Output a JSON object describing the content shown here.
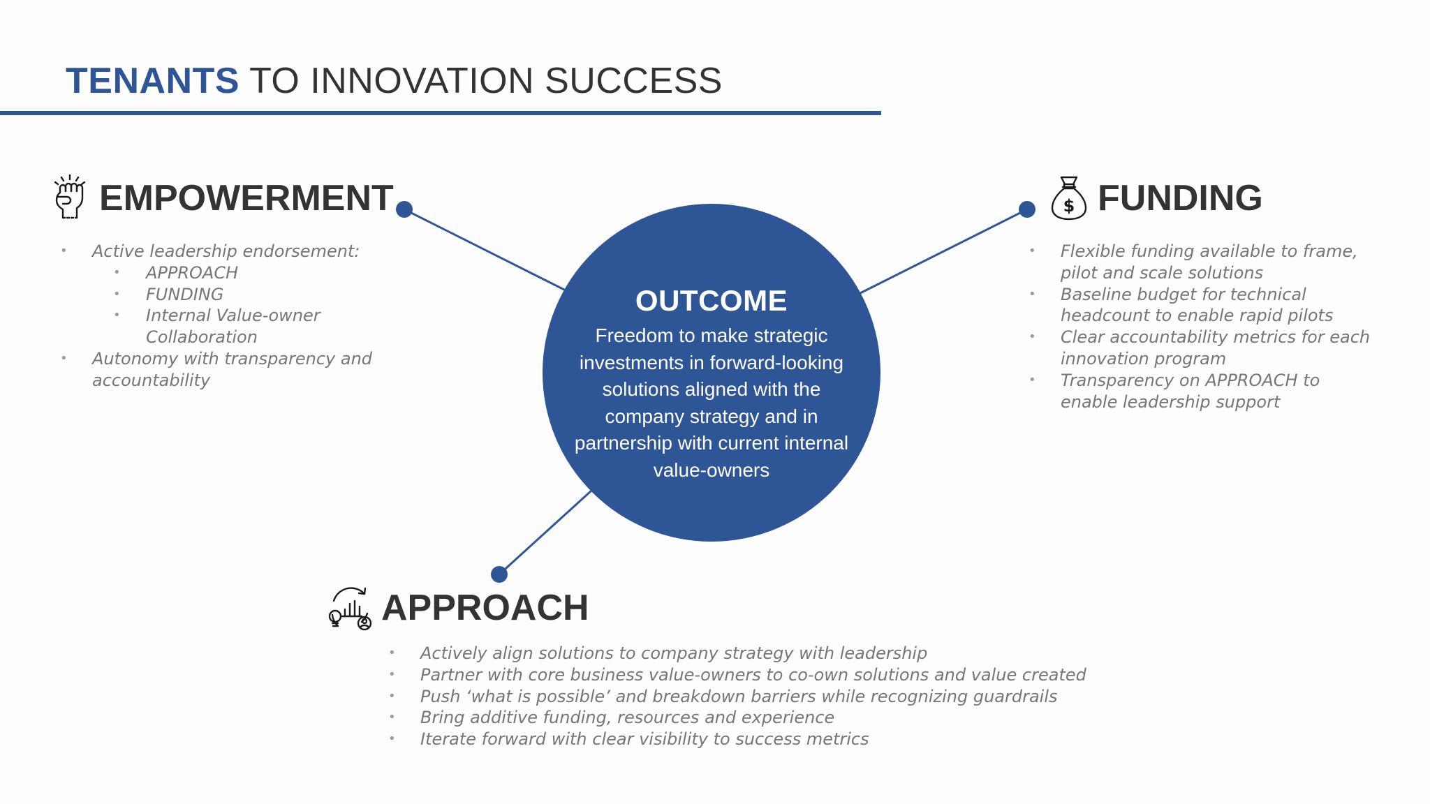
{
  "title": {
    "accent": "TENANTS",
    "rest": " TO INNOVATION SUCCESS"
  },
  "colors": {
    "accent": "#2e5596",
    "heading": "#333333",
    "bullet_text": "#767676"
  },
  "outcome": {
    "title": "OUTCOME",
    "body": "Freedom to make strategic investments in forward-looking solutions aligned with the company strategy and in partnership with current internal value-owners"
  },
  "empowerment": {
    "label": "EMPOWERMENT",
    "icon": "raised-fist-icon",
    "bullets": [
      {
        "text": "Active leadership endorsement:",
        "level": 1
      },
      {
        "text": "APPROACH",
        "level": 2
      },
      {
        "text": "FUNDING",
        "level": 2
      },
      {
        "text": "Internal Value-owner Collaboration",
        "level": 2
      },
      {
        "text": "Autonomy with transparency and accountability",
        "level": 1
      }
    ]
  },
  "funding": {
    "label": "FUNDING",
    "icon": "money-bag-icon",
    "bullets": [
      "Flexible funding available to frame, pilot and scale solutions",
      "Baseline budget for technical headcount to enable rapid pilots",
      "Clear accountability metrics for each innovation program",
      "Transparency on APPROACH to enable leadership support"
    ]
  },
  "approach": {
    "label": "APPROACH",
    "icon": "strategy-cycle-icon",
    "bullets": [
      "Actively align solutions to company strategy with leadership",
      "Partner with core business value-owners to co-own solutions and value created",
      "Push ‘what is possible’ and breakdown barriers while recognizing guardrails",
      "Bring additive funding, resources and experience",
      "Iterate forward with clear visibility to success metrics"
    ]
  },
  "bullet_glyph": "•"
}
